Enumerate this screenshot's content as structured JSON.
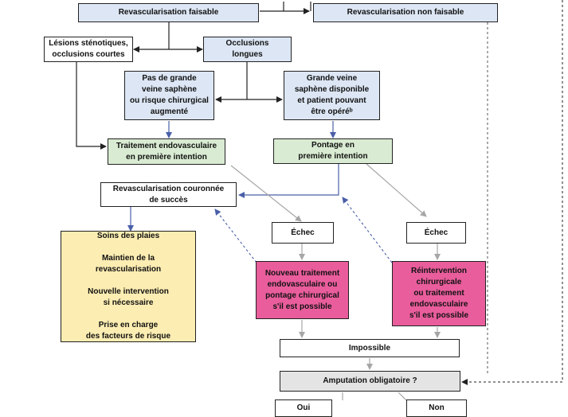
{
  "colors": {
    "dark_line": "#222222",
    "light_line": "#a6a6a6",
    "accent_line": "#4a5fa8",
    "blue_fill": "#dce6f4",
    "green_fill": "#d9ebd2",
    "yellow_fill": "#fcedb2",
    "pink_fill": "#e95d9c",
    "grey_fill": "#e4e4e4"
  },
  "nodes": {
    "revasc_faisable": "Revascularisation faisable",
    "revasc_non_faisable": "Revascularisation non faisable",
    "lesions_stenotiques": "Lésions sténotiques,\nocclusions courtes",
    "occlusions_longues": "Occlusions\nlongues",
    "pas_grande_veine": "Pas de grande\nveine saphène\nou risque chirurgical\naugmenté",
    "grande_veine": "Grande veine\nsaphène disponible\net patient pouvant\nêtre opéréᵇ",
    "traitement_endo": "Traitement endovasculaire\nen première intention",
    "pontage": "Pontage en\npremière intention",
    "revasc_couronnee": "Revascularisation couronnée\nde succès",
    "echec_1": "Échec",
    "echec_2": "Échec",
    "soins": "Soins des plaies\n\nMaintien de la\nrevascularisation\n\nNouvelle intervention\nsi nécessaire\n\nPrise en charge\ndes facteurs de risque",
    "nouveau_traitement": "Nouveau traitement\nendovasculaire ou\npontage chirurgical\ns'il est possible",
    "reintervention": "Réintervention\nchirurgicale\nou traitement\nendovasculaire\ns'il est possible",
    "impossible": "Impossible",
    "amputation": "Amputation obligatoire ?",
    "oui": "Oui",
    "non": "Non"
  }
}
